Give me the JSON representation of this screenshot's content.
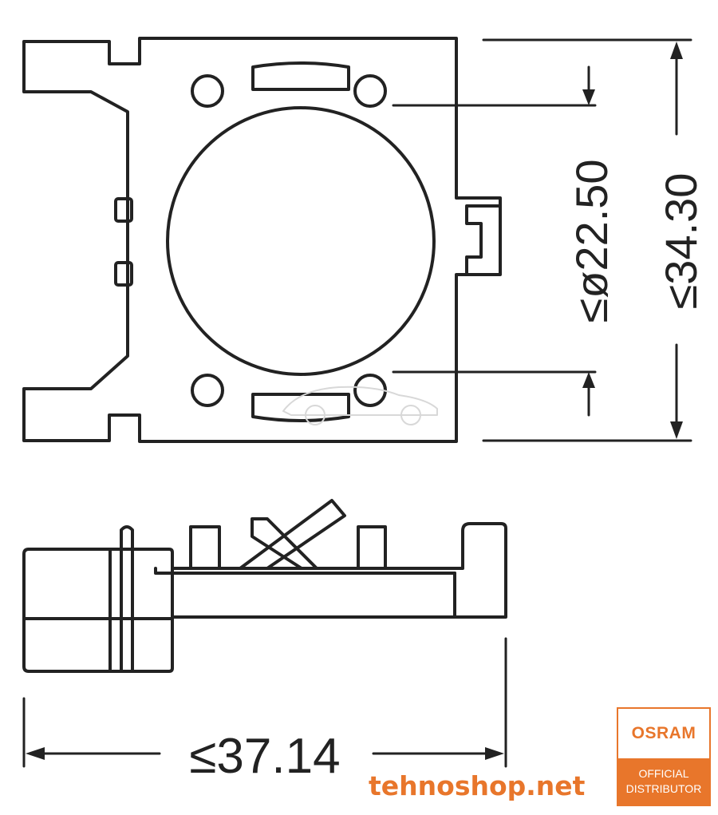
{
  "dimensions": {
    "inner_diameter": "≤ø22.50",
    "height": "≤34.30",
    "width": "≤37.14"
  },
  "brand": {
    "logo_text": "OSRAM",
    "badge_line1": "OFFICIAL",
    "badge_line2": "DISTRIBUTOR",
    "website": "tehnoshop.net",
    "accent_color": "#e8762b"
  },
  "line_color": "#222222"
}
